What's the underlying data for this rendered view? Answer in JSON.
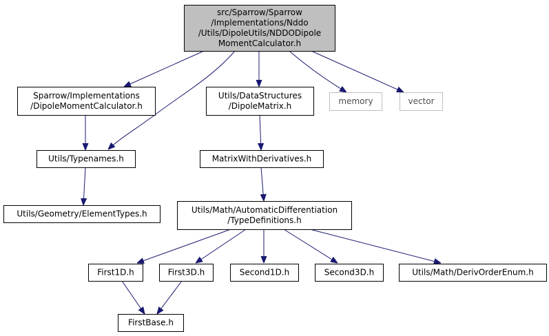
{
  "nodes": [
    {
      "id": "root",
      "lines": [
        "src/Sparrow/Sparrow",
        "/Implementations/Nddo",
        "/Utils/DipoleUtils/NDDODipole",
        "MomentCalculator.h"
      ],
      "kind": "root"
    },
    {
      "id": "dmc",
      "lines": [
        "Sparrow/Implementations",
        "/DipoleMomentCalculator.h"
      ],
      "kind": "normal"
    },
    {
      "id": "dm",
      "lines": [
        "Utils/DataStructures",
        "/DipoleMatrix.h"
      ],
      "kind": "normal"
    },
    {
      "id": "memory",
      "lines": [
        "memory"
      ],
      "kind": "external"
    },
    {
      "id": "vector",
      "lines": [
        "vector"
      ],
      "kind": "external"
    },
    {
      "id": "typenames",
      "lines": [
        "Utils/Typenames.h"
      ],
      "kind": "normal"
    },
    {
      "id": "mwd",
      "lines": [
        "MatrixWithDerivatives.h"
      ],
      "kind": "normal"
    },
    {
      "id": "et",
      "lines": [
        "Utils/Geometry/ElementTypes.h"
      ],
      "kind": "normal"
    },
    {
      "id": "td",
      "lines": [
        "Utils/Math/AutomaticDifferentiation",
        "/TypeDefinitions.h"
      ],
      "kind": "normal"
    },
    {
      "id": "f1d",
      "lines": [
        "First1D.h"
      ],
      "kind": "normal"
    },
    {
      "id": "f3d",
      "lines": [
        "First3D.h"
      ],
      "kind": "normal"
    },
    {
      "id": "s1d",
      "lines": [
        "Second1D.h"
      ],
      "kind": "normal"
    },
    {
      "id": "s3d",
      "lines": [
        "Second3D.h"
      ],
      "kind": "normal"
    },
    {
      "id": "doe",
      "lines": [
        "Utils/Math/DerivOrderEnum.h"
      ],
      "kind": "normal"
    },
    {
      "id": "fb",
      "lines": [
        "FirstBase.h"
      ],
      "kind": "normal"
    }
  ],
  "edges": [
    {
      "from": "root",
      "to": "dmc"
    },
    {
      "from": "root",
      "to": "typenames"
    },
    {
      "from": "root",
      "to": "dm"
    },
    {
      "from": "root",
      "to": "memory"
    },
    {
      "from": "root",
      "to": "vector"
    },
    {
      "from": "dmc",
      "to": "typenames"
    },
    {
      "from": "typenames",
      "to": "et"
    },
    {
      "from": "dm",
      "to": "mwd"
    },
    {
      "from": "mwd",
      "to": "td"
    },
    {
      "from": "td",
      "to": "f1d"
    },
    {
      "from": "td",
      "to": "f3d"
    },
    {
      "from": "td",
      "to": "s1d"
    },
    {
      "from": "td",
      "to": "s3d"
    },
    {
      "from": "td",
      "to": "doe"
    },
    {
      "from": "f1d",
      "to": "fb"
    },
    {
      "from": "f3d",
      "to": "fb"
    }
  ]
}
